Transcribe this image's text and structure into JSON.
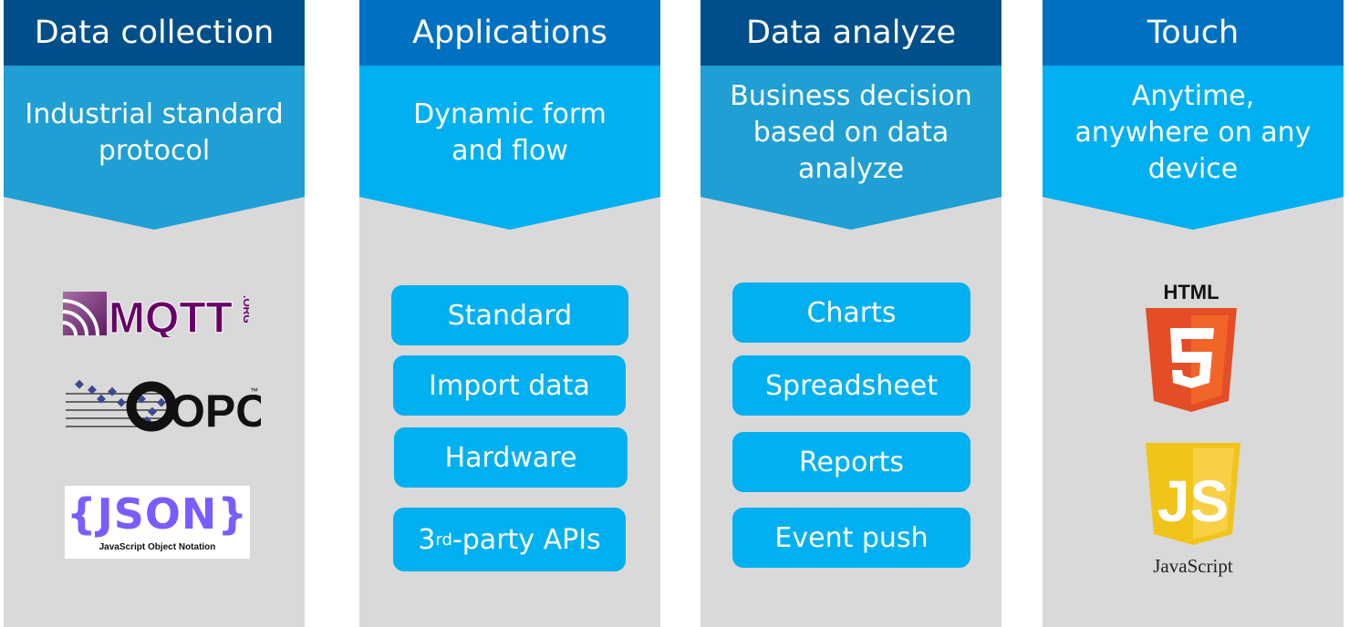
{
  "columns": [
    {
      "title": "Data collection",
      "subtitle_lines": [
        "Industrial standard",
        "protocol"
      ],
      "header_color": "#014f8a",
      "arrow_color": "#1f9fd4"
    },
    {
      "title": "Applications",
      "subtitle_lines": [
        "Dynamic form",
        "and flow"
      ],
      "header_color": "#0070c0",
      "arrow_color": "#00b0f0",
      "items": [
        "Standard",
        "Import data",
        "Hardware"
      ],
      "api_item": {
        "base": "3",
        "sup": "rd",
        "rest": "-party APIs"
      }
    },
    {
      "title": "Data analyze",
      "subtitle_lines": [
        "Business decision",
        "based on data",
        "analyze"
      ],
      "header_color": "#014f8a",
      "arrow_color": "#1f9fd4",
      "items": [
        "Charts",
        "Spreadsheet",
        "Reports",
        "Event push"
      ]
    },
    {
      "title": "Touch",
      "subtitle_lines": [
        "Anytime,",
        "anywhere on any",
        "device"
      ],
      "header_color": "#0070c0",
      "arrow_color": "#00b0f0"
    }
  ],
  "logos": {
    "mqtt": {
      "text": "MQTT",
      "org": ".ORG",
      "icon": "mqtt-logo"
    },
    "opc": {
      "text": "OPC",
      "tm": "™",
      "icon": "opc-logo"
    },
    "json": {
      "text": "{JSON}",
      "caption": "JavaScript Object Notation",
      "icon": "json-logo"
    },
    "html5": {
      "label": "HTML",
      "digit": "5",
      "icon": "html5-logo"
    },
    "js": {
      "letters": "JS",
      "caption": "JavaScript",
      "icon": "javascript-logo"
    }
  },
  "colors": {
    "panel_gray": "#d9d9d9",
    "pill_blue": "#00b0f0",
    "html_orange": "#e44d26",
    "js_yellow": "#f0c419"
  }
}
